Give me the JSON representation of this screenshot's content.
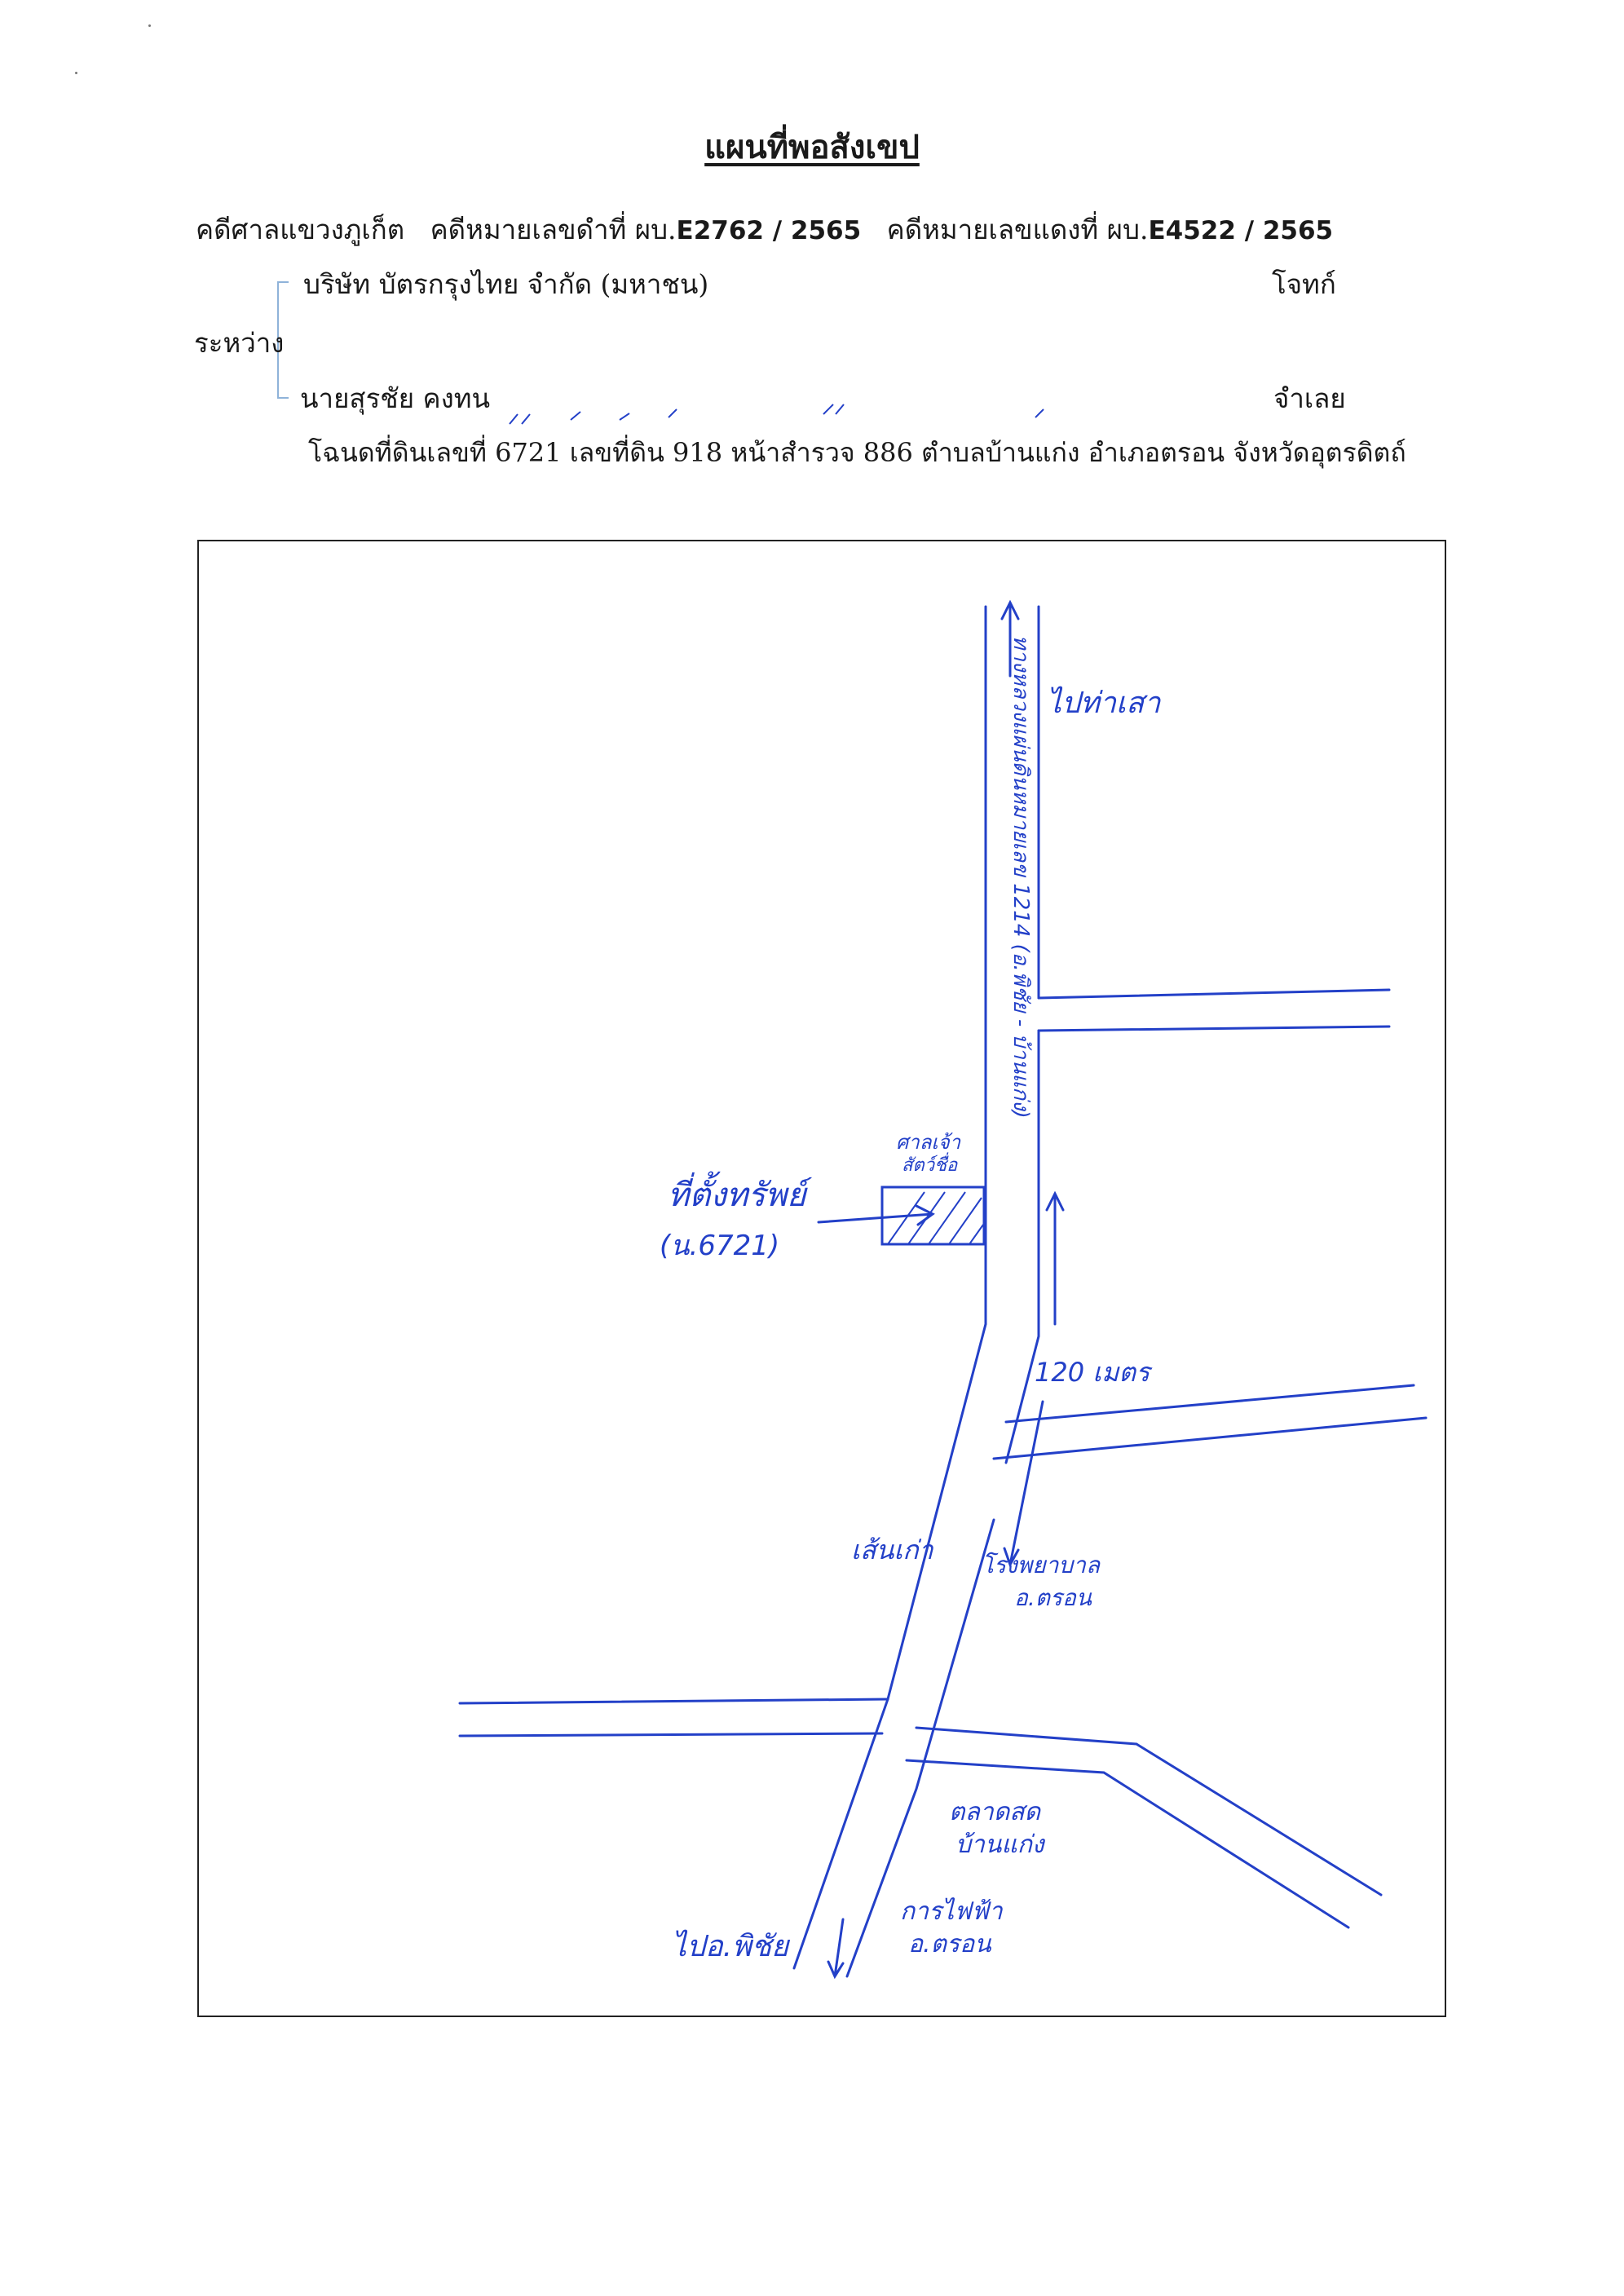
{
  "document": {
    "title": "แผนที่พอสังเขป",
    "case": {
      "court": "คดีศาลแขวงภูเก็ต",
      "black_label": "คดีหมายเลขดำที่ ผบ.",
      "black_no": "E2762 / 2565",
      "red_label": "คดีหมายเลขแดงที่ ผบ.",
      "red_no": "E4522 / 2565"
    },
    "plaintiff": {
      "name": "บริษัท บัตรกรุงไทย จำกัด (มหาชน)",
      "role": "โจทก์"
    },
    "between_label": "ระหว่าง",
    "defendant": {
      "name": "นายสุรชัย  คงทน",
      "role": "จำเลย"
    },
    "deed_line": "โฉนดที่ดินเลขที่ 6721  เลขที่ดิน 918  หน้าสำรวจ 886  ตำบลบ้านแก่ง  อำเภอตรอน  จังหวัดอุตรดิตถ์"
  },
  "map": {
    "labels": {
      "to_tha_sao": "ไปท่าเสา",
      "highway": "ทางหลวงแผ่นดินหมายเลข 1214 (อ.พิชัย - บ้านแก่ง)",
      "temple": "ศาลเจ้า",
      "temple2": "สัตว์ชื่อ",
      "property_name": "ที่ตั้งทรัพย์",
      "property_deed": "(น.6721)",
      "distance": "120 เมตร",
      "hospital": "โรงพยาบาล",
      "hospital2": "อ.ตรอน",
      "road_left": "เส้นเก่า",
      "market": "ตลาดสด",
      "market2": "บ้านแก่ง",
      "to_phichai": "ไปอ.พิชัย",
      "electricity": "การไฟฟ้า",
      "electricity2": "อ.ตรอน"
    },
    "colors": {
      "ink": "#2340c8",
      "frame": "#222222"
    }
  }
}
